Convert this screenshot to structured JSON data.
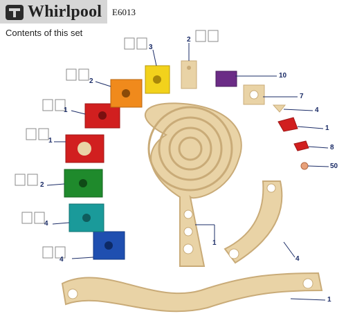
{
  "header": {
    "brand": "Whirlpool",
    "code": "E6013",
    "subtitle": "Contents of this set"
  },
  "parts": [
    {
      "id": "blue-block",
      "qty": "4"
    },
    {
      "id": "teal-block",
      "qty": "4"
    },
    {
      "id": "green-block",
      "qty": "2"
    },
    {
      "id": "red-block-plug",
      "qty": "1"
    },
    {
      "id": "red-block-holes",
      "qty": "1"
    },
    {
      "id": "orange-block",
      "qty": "2"
    },
    {
      "id": "yellow-block",
      "qty": "3"
    },
    {
      "id": "wood-post",
      "qty": "2"
    },
    {
      "id": "purple-block",
      "qty": "10"
    },
    {
      "id": "wood-square",
      "qty": "7"
    },
    {
      "id": "wood-wedge",
      "qty": "4"
    },
    {
      "id": "red-clip",
      "qty": "1"
    },
    {
      "id": "red-pin",
      "qty": "8"
    },
    {
      "id": "wood-pin",
      "qty": "50"
    },
    {
      "id": "spiral-board",
      "qty": "1"
    },
    {
      "id": "curved-rail",
      "qty": "4"
    },
    {
      "id": "wave-rail",
      "qty": "1"
    }
  ],
  "colors": {
    "wood": "#e9d3a6",
    "wood-edge": "#c9ab78",
    "blue": "#1f4fb0",
    "teal": "#1a9a9a",
    "green": "#1f8a2c",
    "red": "#d11f1f",
    "orange": "#f08a1c",
    "yellow": "#f2d21c",
    "purple": "#6b2c86",
    "label": "#1a2b66"
  }
}
